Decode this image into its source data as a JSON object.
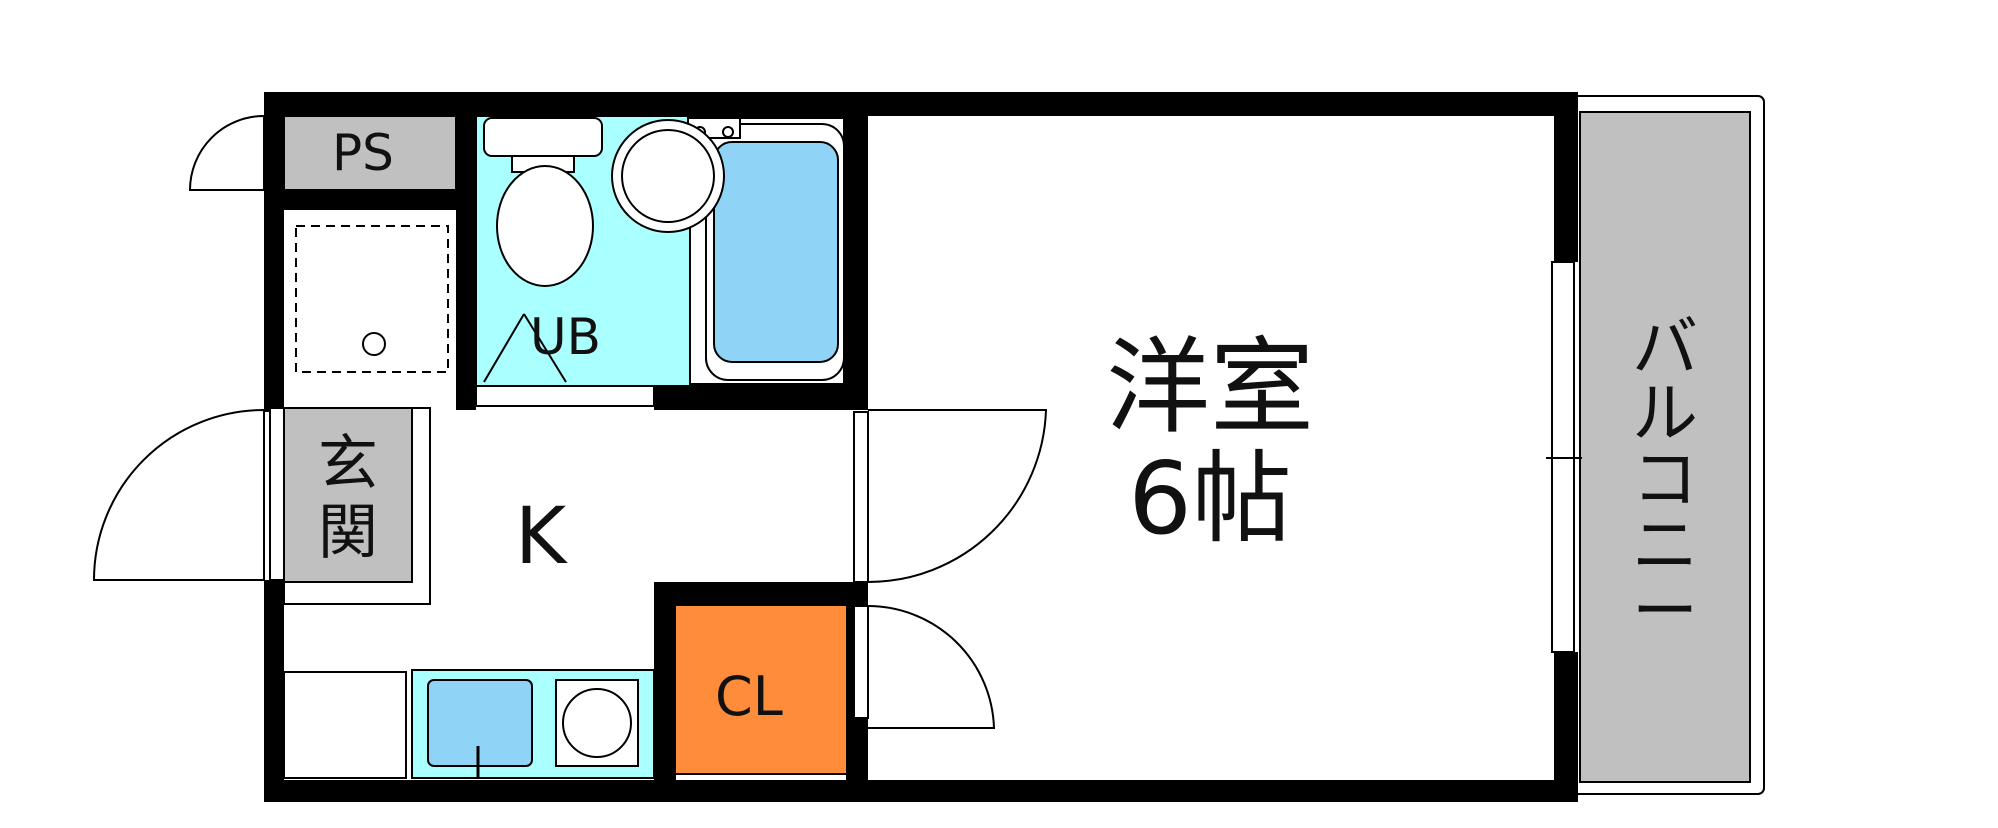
{
  "rooms": {
    "ps": "PS",
    "unit_bath": "UB",
    "entrance": "玄関",
    "kitchen": "K",
    "closet": "CL",
    "western_room": "洋室",
    "western_room_size": "6帖",
    "balcony": "バルコニー"
  },
  "colors": {
    "wall": "#000000",
    "ps_fill": "#c0c0c0",
    "entrance_fill": "#c0c0c0",
    "balcony_fill": "#c0c0c0",
    "bath_floor": "#aaffff",
    "tub_fill": "#8fd4f6",
    "sink_fill": "#8fd4f6",
    "closet_fill": "#ff8c3a"
  }
}
